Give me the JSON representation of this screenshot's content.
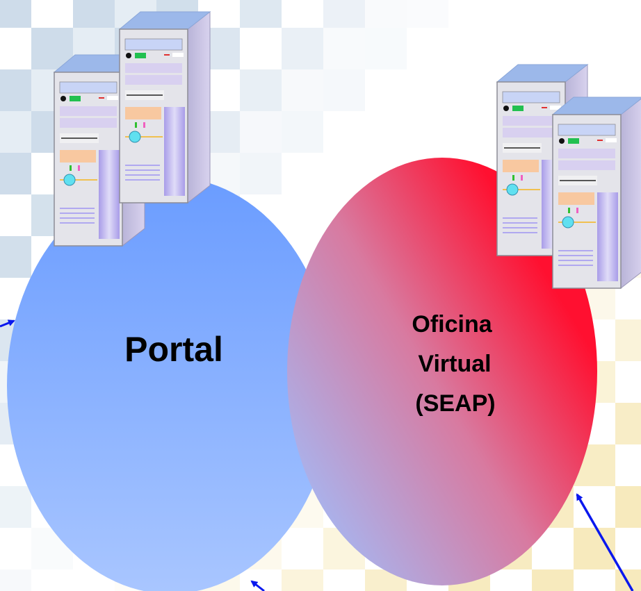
{
  "colors": {
    "portal_top": "#6a9cff",
    "portal_bottom": "#a9c6ff",
    "oficina_red": "#ff1030",
    "oficina_mid": "#d87aa0",
    "oficina_blue": "#a8b4ee",
    "arrow": "#0a18ee",
    "checker_blue": "#c5d6e6",
    "checker_yellow": "#f6e8b6"
  },
  "portal": {
    "label": "Portal"
  },
  "oficina": {
    "line1": "Oficina",
    "line2": "Virtual",
    "line3": "(SEAP)"
  },
  "icons": [
    "server-tower-icon",
    "arrow-icon"
  ]
}
